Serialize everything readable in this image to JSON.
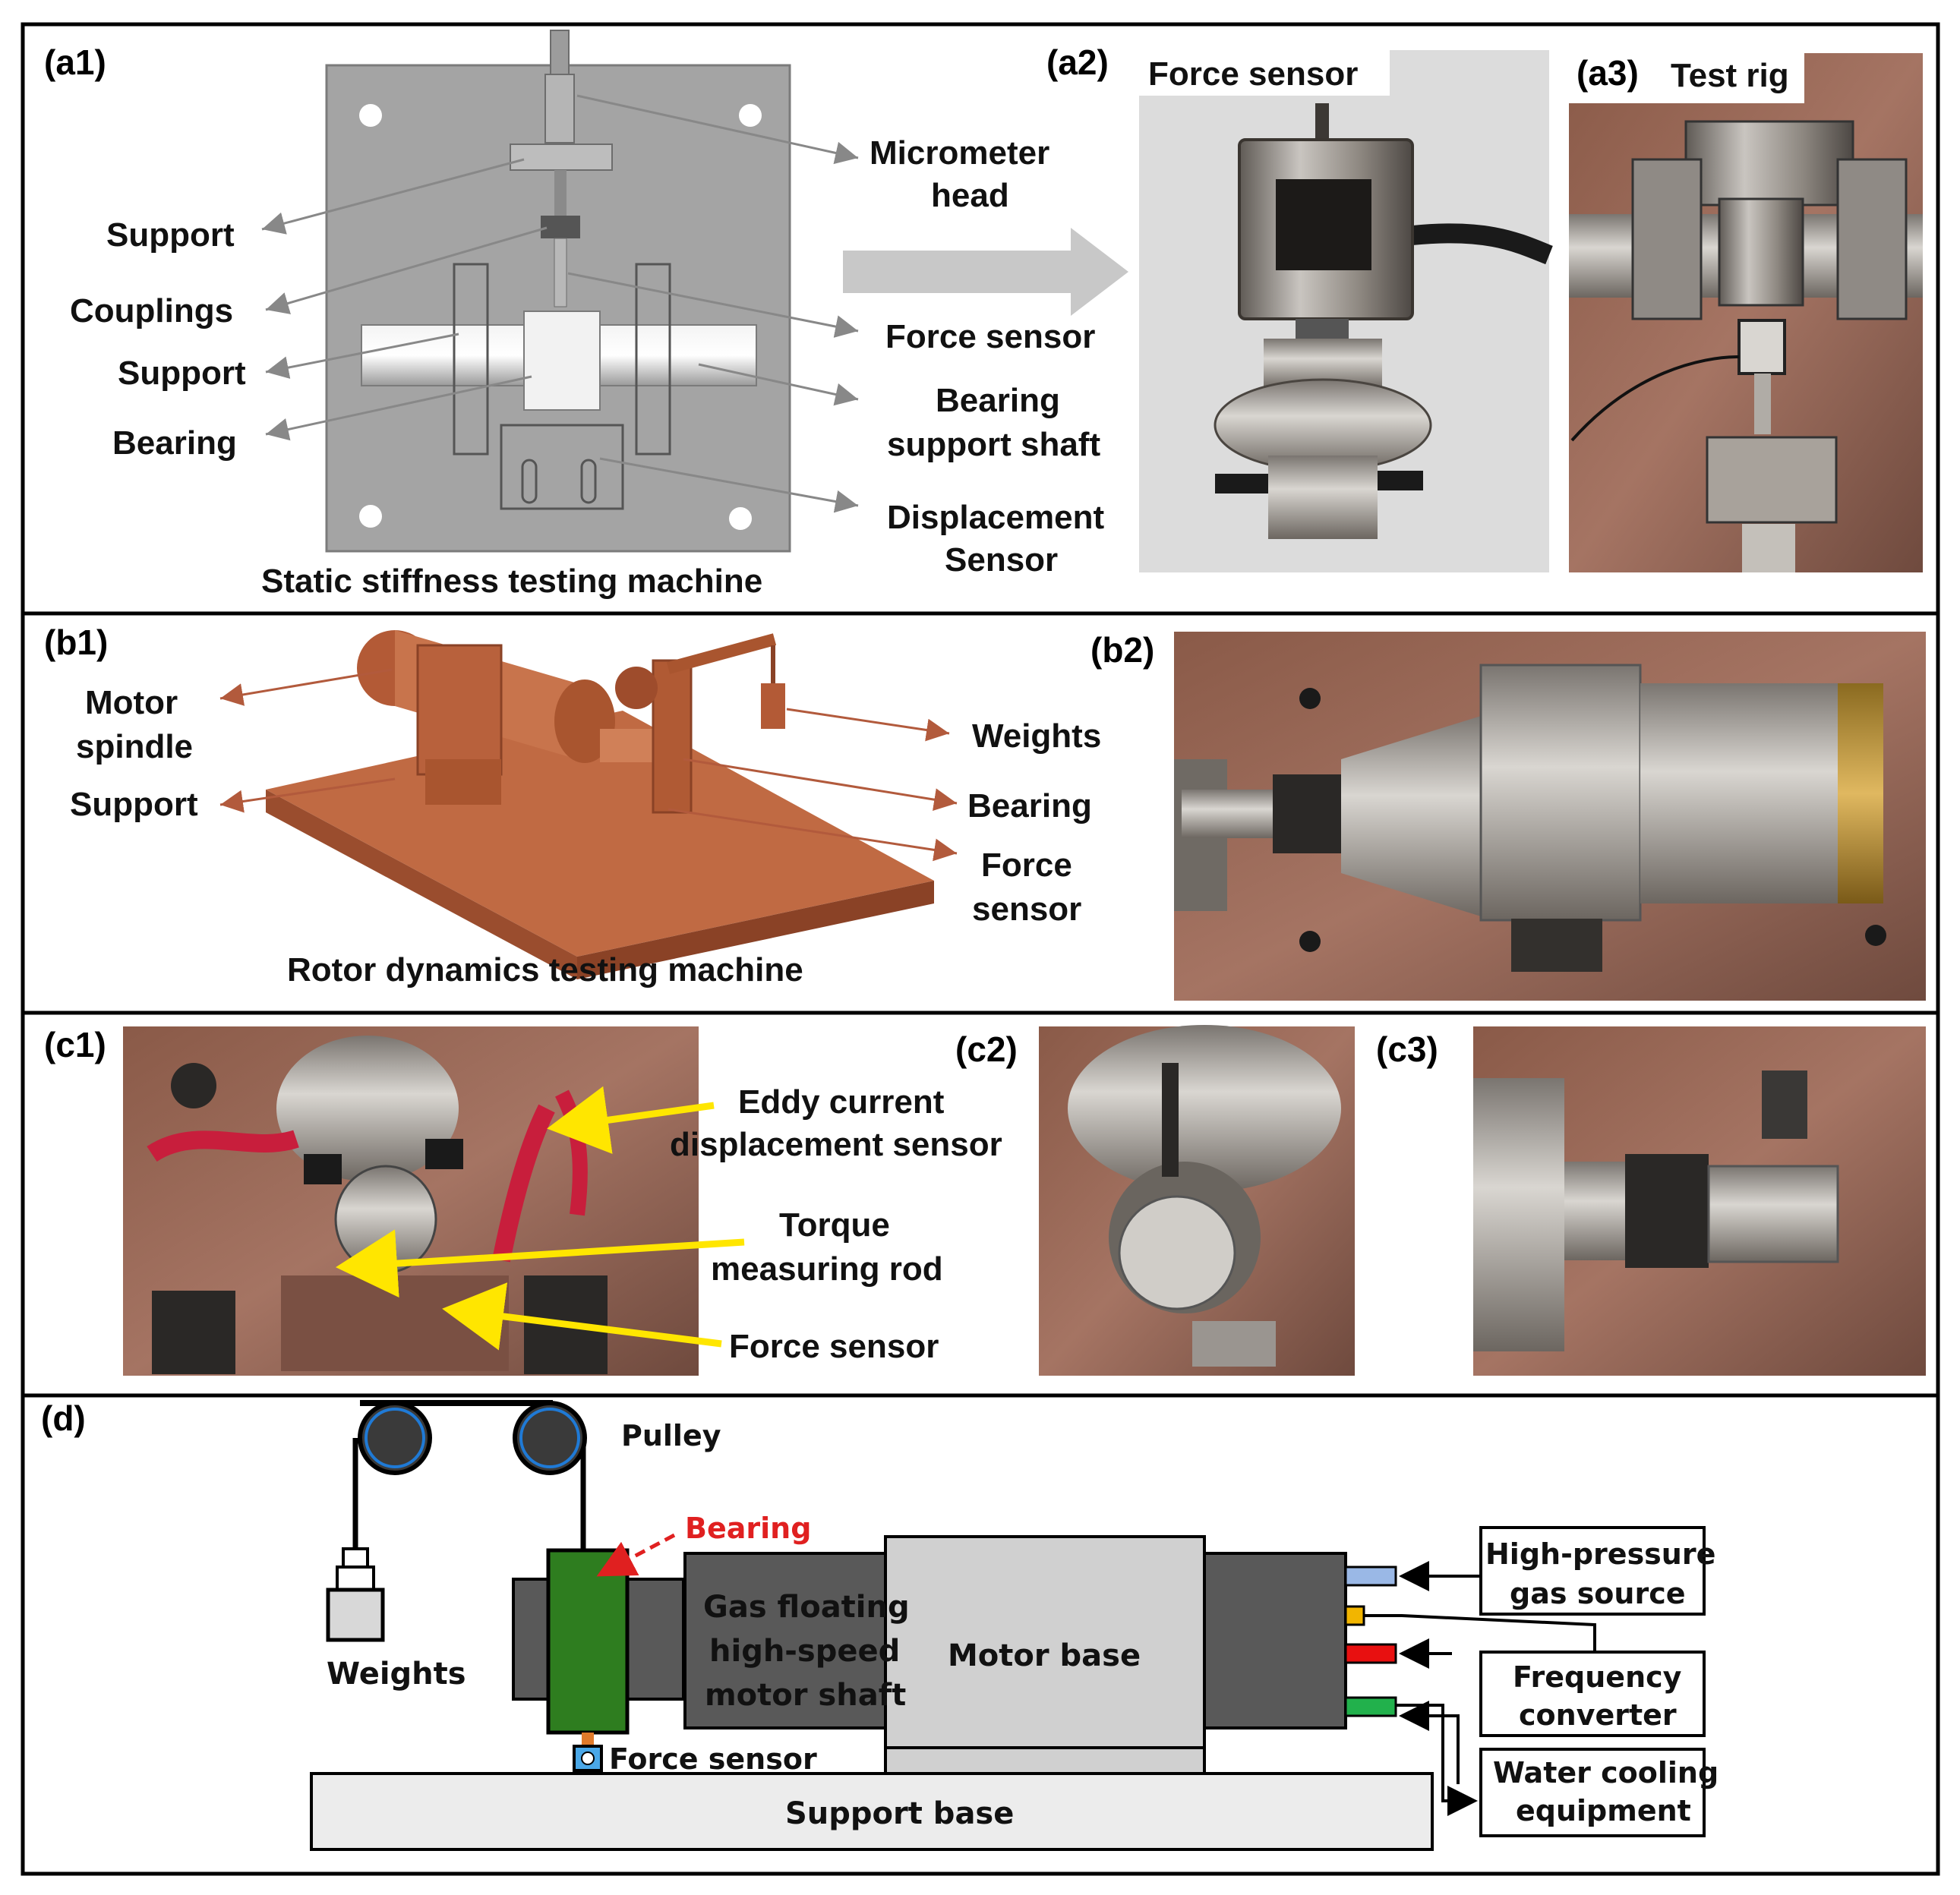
{
  "panels": {
    "a1": {
      "tag": "(a1)",
      "caption": "Static stiffness testing machine",
      "labels": {
        "support_top": "Support",
        "couplings": "Couplings",
        "support_mid": "Support",
        "bearing": "Bearing",
        "micrometer_1": "Micrometer",
        "micrometer_2": "head",
        "force_sensor": "Force sensor",
        "bearing_support_1": "Bearing",
        "bearing_support_2": "support shaft",
        "displacement_1": "Displacement",
        "displacement_2": "Sensor"
      }
    },
    "a2": {
      "tag": "(a2)",
      "title": "Force sensor"
    },
    "a3": {
      "tag": "(a3)",
      "title": "Test rig"
    },
    "b1": {
      "tag": "(b1)",
      "caption": "Rotor dynamics testing machine",
      "labels": {
        "motor_1": "Motor",
        "motor_2": "spindle",
        "support": "Support",
        "weights": "Weights",
        "bearing": "Bearing",
        "force_1": "Force",
        "force_2": "sensor"
      }
    },
    "b2": {
      "tag": "(b2)"
    },
    "c1": {
      "tag": "(c1)",
      "labels": {
        "eddy_1": "Eddy current",
        "eddy_2": "displacement sensor",
        "torque_1": "Torque",
        "torque_2": "measuring rod",
        "force": "Force sensor"
      }
    },
    "c2": {
      "tag": "(c2)"
    },
    "c3": {
      "tag": "(c3)"
    },
    "d": {
      "tag": "(d)",
      "labels": {
        "pulley": "Pulley",
        "weights": "Weights",
        "bearing": "Bearing",
        "shaft_1": "Gas floating",
        "shaft_2": "high-speed",
        "shaft_3": "motor shaft",
        "motor_base": "Motor base",
        "force_sensor": "Force sensor",
        "support_base": "Support base",
        "gas_1": "High-pressure",
        "gas_2": "gas source",
        "freq_1": "Frequency",
        "freq_2": "converter",
        "water_1": "Water cooling",
        "water_2": "equipment"
      },
      "colors": {
        "bearing_fill": "#2e7d1f",
        "bearing_label": "#e02020",
        "gas_port": "#9ab8e6",
        "freq_port": "#f2b500",
        "red_port": "#e81010",
        "water_port": "#22b14c"
      }
    }
  }
}
